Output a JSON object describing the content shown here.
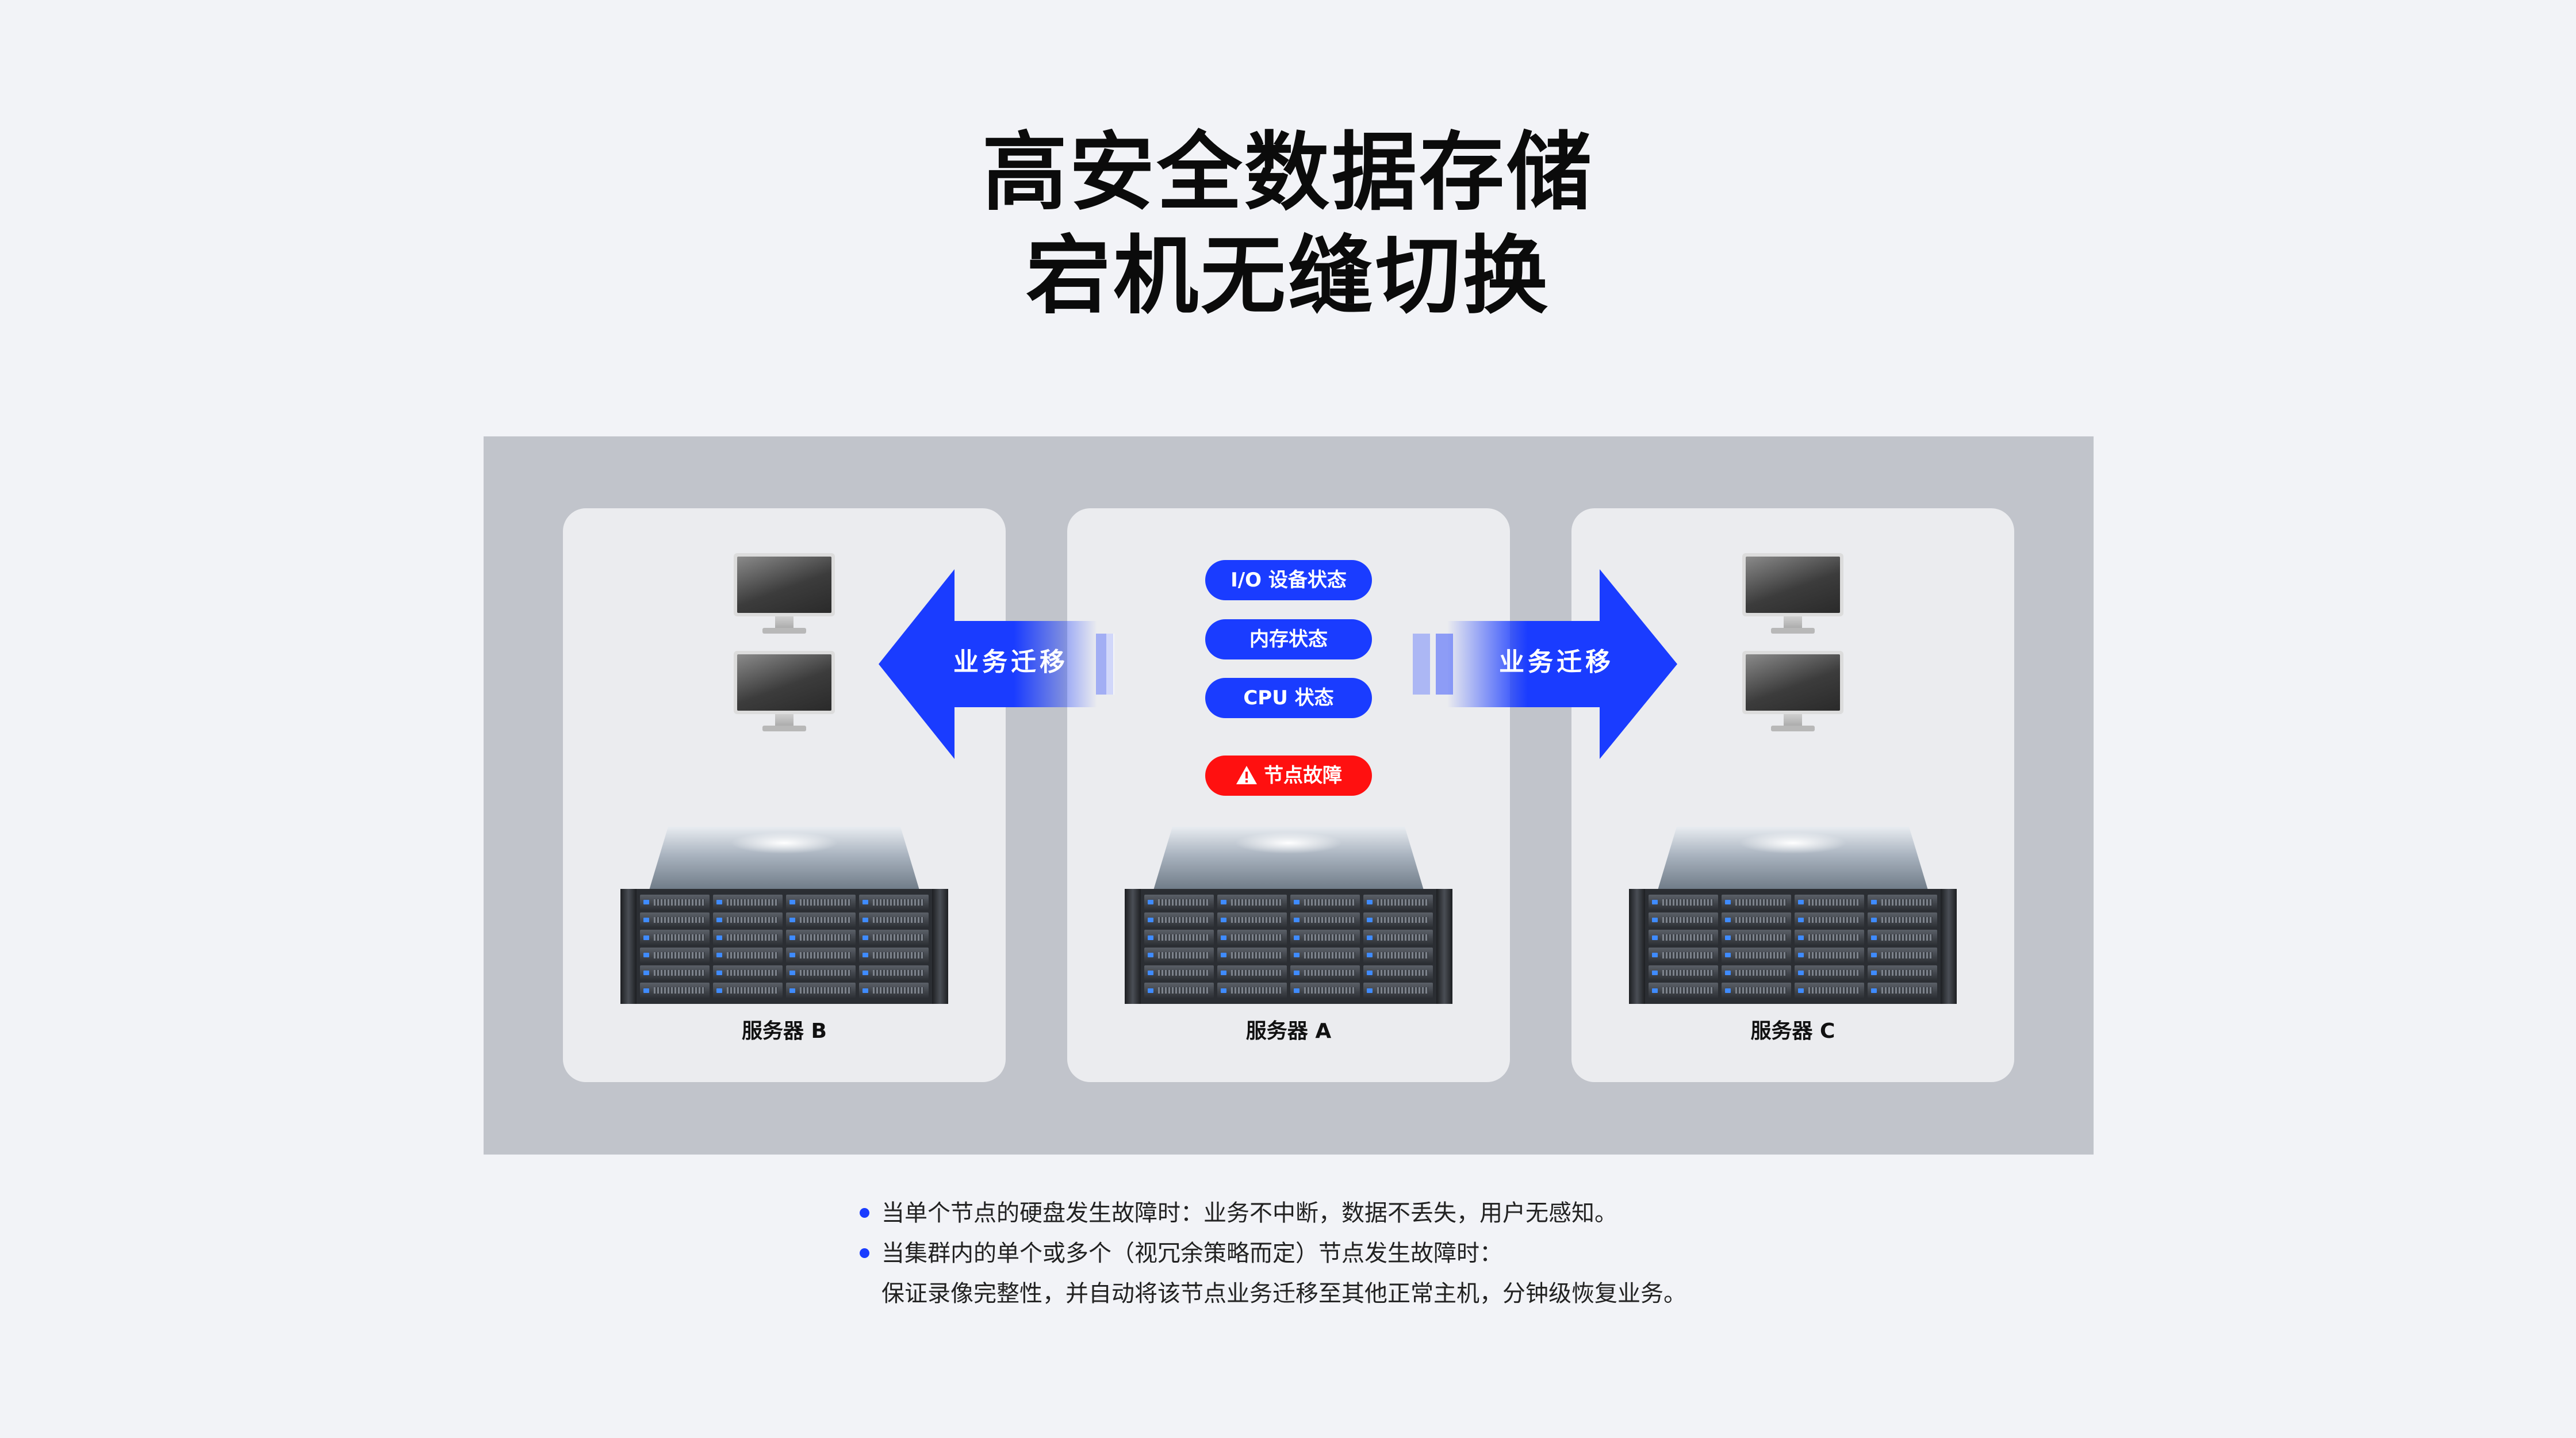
{
  "title": {
    "line1": "高安全数据存储",
    "line2": "宕机无缝切换"
  },
  "diagram": {
    "servers": [
      {
        "id": "B",
        "label": "服务器 B"
      },
      {
        "id": "A",
        "label": "服务器 A"
      },
      {
        "id": "C",
        "label": "服务器 C"
      }
    ],
    "status_pills": {
      "io": "I/O 设备状态",
      "memory": "内存状态",
      "cpu": "CPU 状态",
      "fault": "节点故障"
    },
    "arrows": {
      "left_label": "业务迁移",
      "right_label": "业务迁移"
    },
    "colors": {
      "accent_blue": "#1a3cff",
      "fault_red": "#ff1010",
      "panel_bg": "#c1c4cb",
      "card_bg": "#ebecef"
    },
    "icons": [
      "monitor-icon",
      "server-rack-icon",
      "warning-icon",
      "arrow-left-icon",
      "arrow-right-icon"
    ]
  },
  "notes": [
    {
      "text": "当单个节点的硬盘发生故障时：业务不中断，数据不丢失，用户无感知。"
    },
    {
      "text": "当集群内的单个或多个（视冗余策略而定）节点发生故障时：",
      "continuation": "保证录像完整性，并自动将该节点业务迁移至其他正常主机，分钟级恢复业务。"
    }
  ]
}
